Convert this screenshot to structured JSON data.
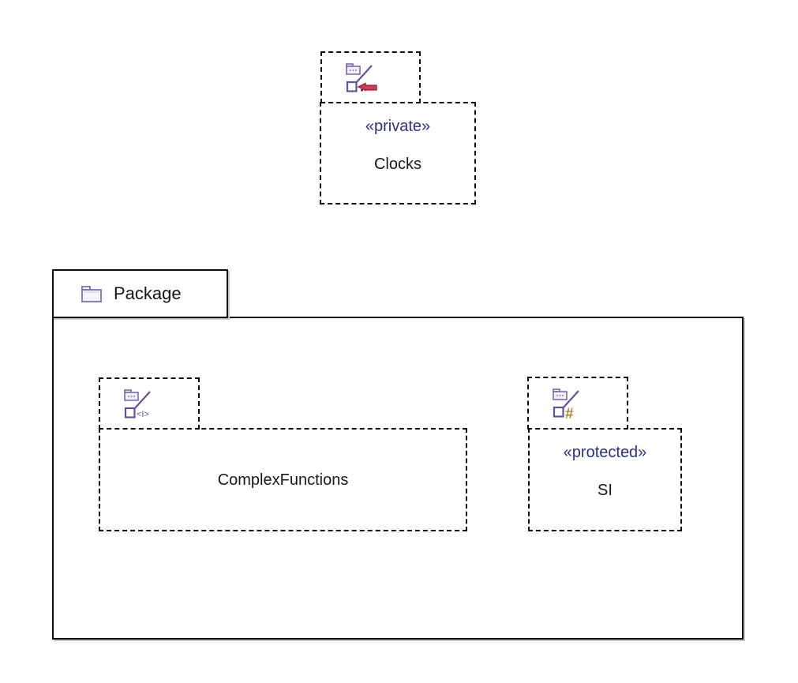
{
  "package": {
    "name": "Package"
  },
  "clocks": {
    "stereotype": "«private»",
    "name": "Clocks"
  },
  "complex_functions": {
    "name": "ComplexFunctions",
    "visibility_glyph": "<I>"
  },
  "si": {
    "stereotype": "«protected»",
    "name": "SI",
    "visibility_glyph": "#"
  },
  "colors": {
    "outline": "#0c0c0c",
    "stereotype_text": "#2b3088",
    "name_text": "#17171e",
    "icon_purple": "#5d53a0",
    "private_red": "#d13a52",
    "protected_gold": "#a3872c"
  }
}
